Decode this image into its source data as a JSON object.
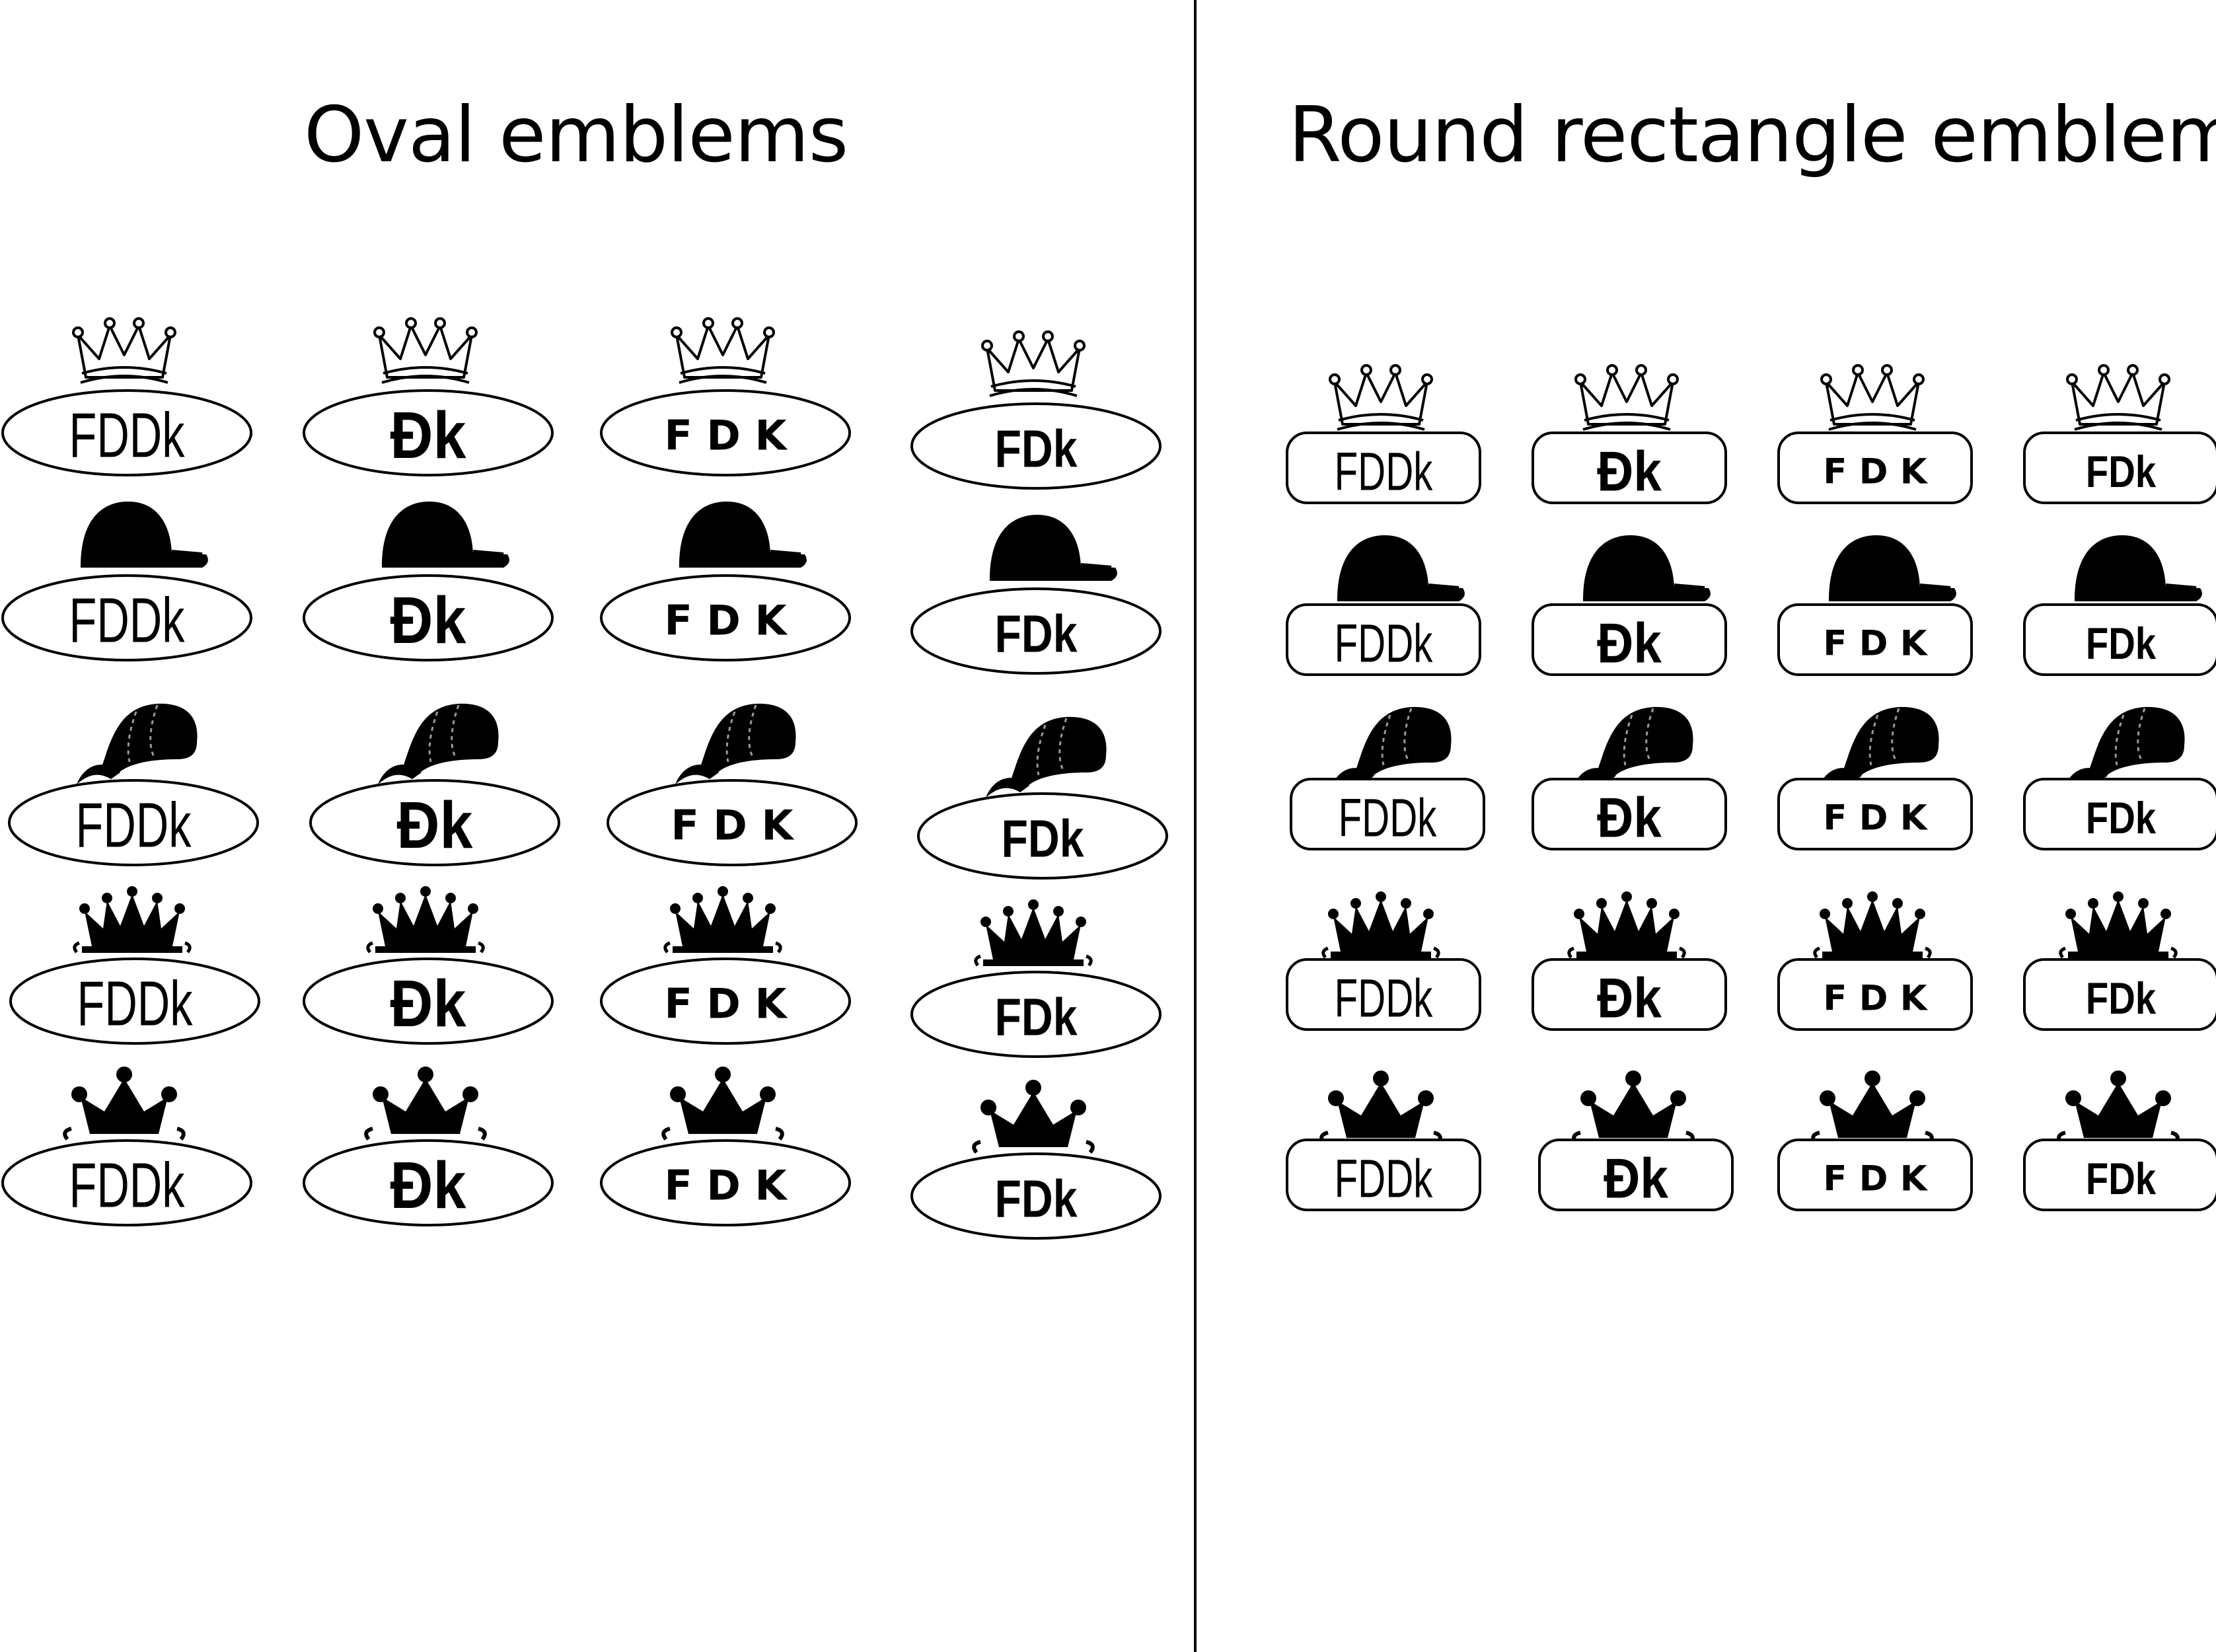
{
  "panels": {
    "left": {
      "title": "Oval emblems",
      "shape": "oval"
    },
    "right": {
      "title": "Round rectangle emblems",
      "shape": "round-rectangle"
    }
  },
  "label_variants": [
    "FDDk",
    "Đk",
    "F D K",
    "FDk"
  ],
  "ornament_rows": [
    "crown-outline-icon",
    "cap-solid-icon",
    "cap-stitched-icon",
    "crown-solid-icon",
    "crown-bold-icon"
  ],
  "colors": {
    "ink": "#000000",
    "paper": "#ffffff"
  }
}
